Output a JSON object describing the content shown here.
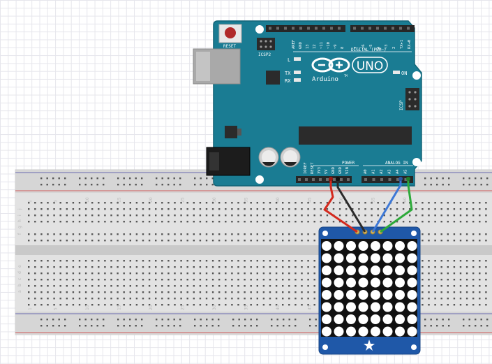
{
  "arduino": {
    "reset_label": "RESET",
    "icsp2_label": "ICSP2",
    "icsp_label": "ICSP",
    "digital_label": "DIGITAL (PWM~)",
    "uno_label": "UNO",
    "brand_label": "Arduino",
    "brand_mark": "TM",
    "on_label": "ON",
    "led_l_label": "L",
    "tx_label": "TX",
    "rx_label": "RX",
    "power_label": "POWER",
    "analog_label": "ANALOG IN",
    "digital_pins": [
      "AREF",
      "GND",
      "13",
      "12",
      "~11",
      "~10",
      "~9",
      "8",
      "7",
      "~6",
      "~5",
      "4",
      "~3",
      "2",
      "TX▸1",
      "RX◂0"
    ],
    "power_pins": [
      "IOREF",
      "RESET",
      "3V3",
      "5V",
      "GND",
      "GND",
      "VIN"
    ],
    "analog_pins": [
      "A0",
      "A1",
      "A2",
      "A3",
      "A4",
      "A5"
    ]
  },
  "breadboard": {
    "column_numbers": [
      "1",
      "5",
      "10",
      "15",
      "20",
      "25",
      "30",
      "35",
      "40",
      "45",
      "50",
      "55",
      "60"
    ],
    "row_letters_top": [
      "j",
      "i",
      "h",
      "g",
      "f"
    ],
    "row_letters_bottom": [
      "e",
      "d",
      "c",
      "b",
      "a"
    ]
  },
  "wires": [
    {
      "from": "5V",
      "to": "matrix-vcc",
      "color": "#d42a1e"
    },
    {
      "from": "GND",
      "to": "matrix-gnd",
      "color": "#2a2a2a"
    },
    {
      "from": "A4",
      "to": "matrix-sda",
      "color": "#3d78d6"
    },
    {
      "from": "A5",
      "to": "matrix-scl",
      "color": "#2daa3a"
    }
  ],
  "led_matrix": {
    "rows": 8,
    "cols": 8,
    "led_color": "#ffffff",
    "board_color": "#1f58a8"
  },
  "colors": {
    "board": "#1a7c93",
    "rail_red": "#d66",
    "rail_blue": "#66a"
  }
}
